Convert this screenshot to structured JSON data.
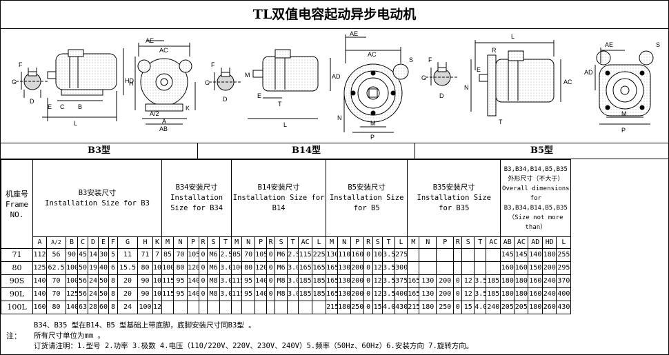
{
  "title": "TL双值电容起动异步电动机",
  "type_headers": [
    "B3型",
    "B14型",
    "B5型"
  ],
  "frame_header": [
    "机座号",
    "Frame",
    "NO."
  ],
  "groups": [
    {
      "id": "b3",
      "label": [
        "B3安装尺寸",
        "Installation Size for B3"
      ]
    },
    {
      "id": "b34",
      "label": [
        "B34安装尺寸",
        "Installation",
        "Size for B34"
      ]
    },
    {
      "id": "b14",
      "label": [
        "B14安装尺寸",
        "Installation Size for",
        "B14"
      ]
    },
    {
      "id": "b5",
      "label": [
        "B5安装尺寸",
        "Installation Size",
        "for B5"
      ]
    },
    {
      "id": "b35",
      "label": [
        "B35安装尺寸",
        "Installation Size",
        "for B35"
      ]
    },
    {
      "id": "overall",
      "label": [
        "B3,B34,B14,B5,B35",
        "外形尺寸（不大于）",
        "Overall dimensions",
        "for",
        "B3,B34,B14,B5,B35",
        "（Size not more",
        "than）"
      ]
    }
  ],
  "columns": [
    "A",
    "A/2",
    "B",
    "C",
    "D",
    "E",
    "F",
    "G",
    "H",
    "K",
    "M",
    "N",
    "P",
    "R",
    "S",
    "T",
    "M",
    "N",
    "P",
    "R",
    "S",
    "T",
    "AC",
    "L",
    "M",
    "N",
    "P",
    "R",
    "S",
    "T",
    "L",
    "M",
    "N",
    "P",
    "R",
    "S",
    "T",
    "AC",
    "AB",
    "AC",
    "AD",
    "HD",
    "L"
  ],
  "rows": [
    {
      "frame": "71",
      "cells": [
        "112",
        "56",
        "90",
        "45",
        "14",
        "30",
        "5",
        "11",
        "71",
        "7",
        "85",
        "70",
        "105",
        "0",
        "M6",
        "2.5",
        "85",
        "70",
        "105",
        "0",
        "M6",
        "2.5",
        "115",
        "225",
        "130",
        "110",
        "160",
        "0",
        "10",
        "3.5",
        "275",
        "",
        "",
        "",
        "",
        "",
        "",
        "",
        "145",
        "145",
        "140",
        "180",
        "255"
      ]
    },
    {
      "frame": "80",
      "cells": [
        "125",
        "62.5",
        "100",
        "50",
        "19",
        "40",
        "6",
        "15.5",
        "80",
        "10",
        "100",
        "80",
        "120",
        "0",
        "M6",
        "3.0",
        "100",
        "80",
        "120",
        "0",
        "M6",
        "3.0",
        "165",
        "165",
        "165",
        "130",
        "200",
        "0",
        "12",
        "3.5",
        "300",
        "",
        "",
        "",
        "",
        "",
        "",
        "",
        "160",
        "160",
        "150",
        "200",
        "295"
      ]
    },
    {
      "frame": "90S",
      "cells": [
        "140",
        "70",
        "100",
        "56",
        "24",
        "50",
        "8",
        "20",
        "90",
        "10",
        "115",
        "95",
        "140",
        "0",
        "M8",
        "3.0",
        "115",
        "95",
        "140",
        "0",
        "M8",
        "3.0",
        "185",
        "185",
        "165",
        "130",
        "200",
        "0",
        "12",
        "3.5",
        "375",
        "165",
        "130",
        "200",
        "0",
        "12",
        "3.5",
        "185",
        "180",
        "180",
        "160",
        "240",
        "370"
      ]
    },
    {
      "frame": "90L",
      "cells": [
        "140",
        "70",
        "125",
        "56",
        "24",
        "50",
        "8",
        "20",
        "90",
        "10",
        "115",
        "95",
        "140",
        "0",
        "M8",
        "3.0",
        "115",
        "95",
        "140",
        "0",
        "M8",
        "3.0",
        "185",
        "185",
        "165",
        "130",
        "200",
        "0",
        "12",
        "3.5",
        "400",
        "165",
        "130",
        "200",
        "0",
        "12",
        "3.5",
        "185",
        "180",
        "180",
        "160",
        "240",
        "400"
      ]
    },
    {
      "frame": "100L",
      "cells": [
        "160",
        "80",
        "140",
        "63",
        "28",
        "60",
        "8",
        "24",
        "100",
        "12",
        "",
        "",
        "",
        "",
        "",
        "",
        "",
        "",
        "",
        "",
        "",
        "",
        "",
        "",
        "215",
        "180",
        "250",
        "0",
        "15",
        "4.0",
        "430",
        "215",
        "180",
        "250",
        "0",
        "15",
        "4.0",
        "240",
        "205",
        "205",
        "180",
        "260",
        "430"
      ]
    }
  ],
  "notes": {
    "label": "注：",
    "lines": [
      "B34、B35 型在B14、B5 型基础上带底脚，底脚安装尺寸同B3型 。",
      "所有尺寸单位为mm 。",
      "订货请注明：1.型号 2.功率 3.极数 4.电压（110/220V、220V、230V、240V）5.频率（50Hz、60Hz）6.安装方向 7.旋转方向。"
    ]
  },
  "drawing_labels": {
    "b3_shaft": [
      "F",
      "G",
      "D"
    ],
    "b3_side": [
      "HD",
      "E",
      "C",
      "B",
      "L"
    ],
    "b3_end": [
      "AE",
      "AC",
      "H",
      "A/2",
      "A",
      "AB",
      "K"
    ],
    "b14_shaft": [
      "F",
      "G",
      "D"
    ],
    "b14_side": [
      "AD",
      "M",
      "E",
      "T",
      "L"
    ],
    "b14_end": [
      "AE",
      "AC",
      "S",
      "N",
      "M",
      "P"
    ],
    "b5_shaft": [
      "F",
      "G",
      "D"
    ],
    "b5_side": [
      "L",
      "R",
      "E",
      "N",
      "AC",
      "T"
    ],
    "b5_end": [
      "AE",
      "S",
      "AD",
      "M",
      "P"
    ]
  }
}
